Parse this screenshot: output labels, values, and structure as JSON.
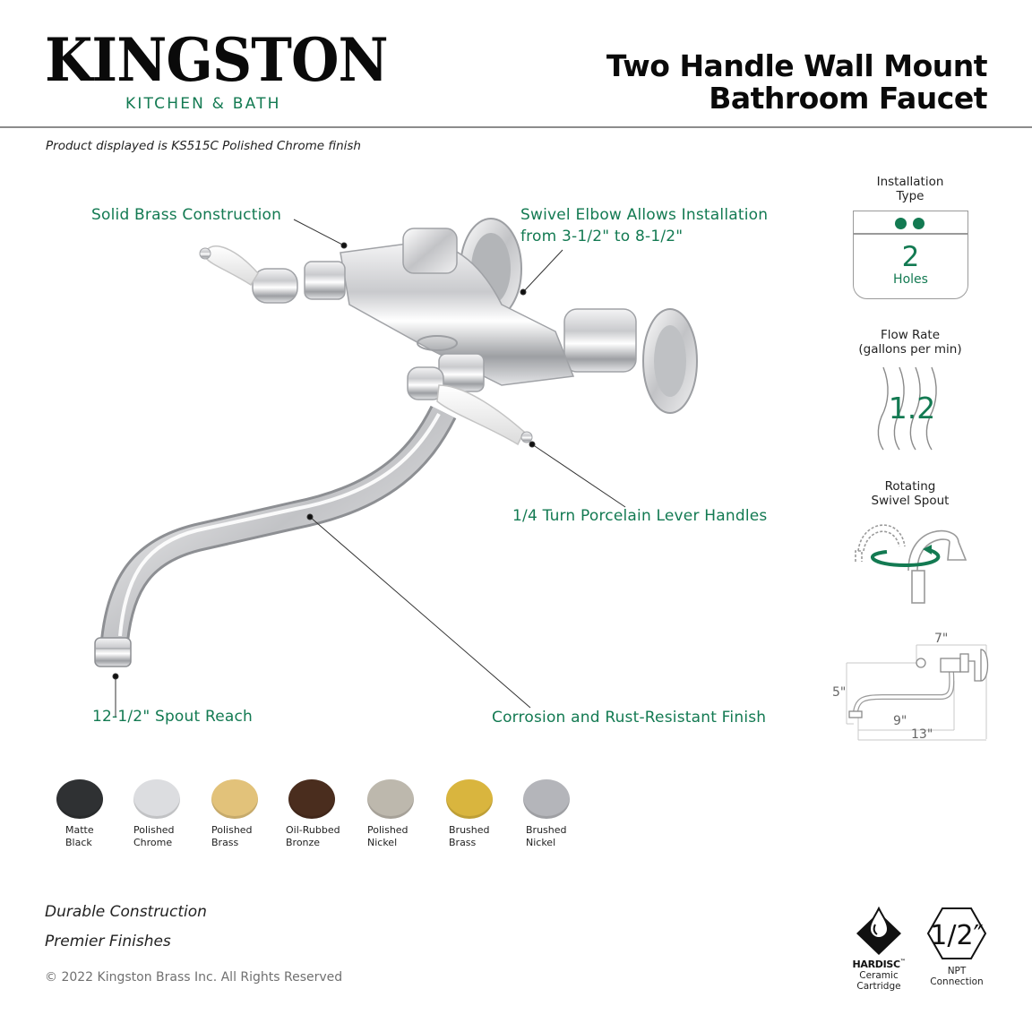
{
  "header": {
    "brand": "KINGSTON",
    "brand_sub": "KITCHEN & BATH",
    "title_line1": "Two Handle Wall Mount",
    "title_line2": "Bathroom Faucet",
    "product_note": "Product displayed is KS515C Polished Chrome finish"
  },
  "callouts": {
    "solid_brass": "Solid Brass Construction",
    "swivel_elbow_line1": "Swivel Elbow Allows Installation",
    "swivel_elbow_line2": "from 3-1/2\" to 8-1/2\"",
    "lever_handles": "1/4 Turn Porcelain Lever Handles",
    "spout_reach": "12-1/2\" Spout Reach",
    "finish": "Corrosion and Rust-Resistant Finish"
  },
  "specs": {
    "installation": {
      "label_line1": "Installation",
      "label_line2": "Type",
      "value": "2",
      "unit": "Holes"
    },
    "flow_rate": {
      "label_line1": "Flow Rate",
      "label_line2": "(gallons per min)",
      "value": "1.2"
    },
    "swivel": {
      "label_line1": "Rotating",
      "label_line2": "Swivel Spout"
    },
    "dimensions": {
      "top_width": "7\"",
      "height": "5\"",
      "spout_length": "9\"",
      "overall_length": "13\""
    }
  },
  "finishes": [
    {
      "line1": "Matte",
      "line2": "Black",
      "color": "#2f3133"
    },
    {
      "line1": "Polished",
      "line2": "Chrome",
      "color": "#dcdde0"
    },
    {
      "line1": "Polished",
      "line2": "Brass",
      "color": "#e2c27a"
    },
    {
      "line1": "Oil-Rubbed",
      "line2": "Bronze",
      "color": "#4a2d1e"
    },
    {
      "line1": "Polished",
      "line2": "Nickel",
      "color": "#bdb8ad"
    },
    {
      "line1": "Brushed",
      "line2": "Brass",
      "color": "#d9b53e"
    },
    {
      "line1": "Brushed",
      "line2": "Nickel",
      "color": "#b4b5ba"
    }
  ],
  "footer": {
    "tagline1": "Durable Construction",
    "tagline2": "Premier Finishes",
    "copyright": "© 2022 Kingston Brass Inc. All Rights Reserved"
  },
  "badges": {
    "hardisc": {
      "logo": "HARDISC",
      "tm": "™",
      "line1": "Ceramic",
      "line2": "Cartridge"
    },
    "npt": {
      "value": "1/2″",
      "line1": "NPT",
      "line2": "Connection"
    }
  },
  "colors": {
    "accent_green": "#137a52",
    "divider_gray": "#8c8c8c"
  }
}
